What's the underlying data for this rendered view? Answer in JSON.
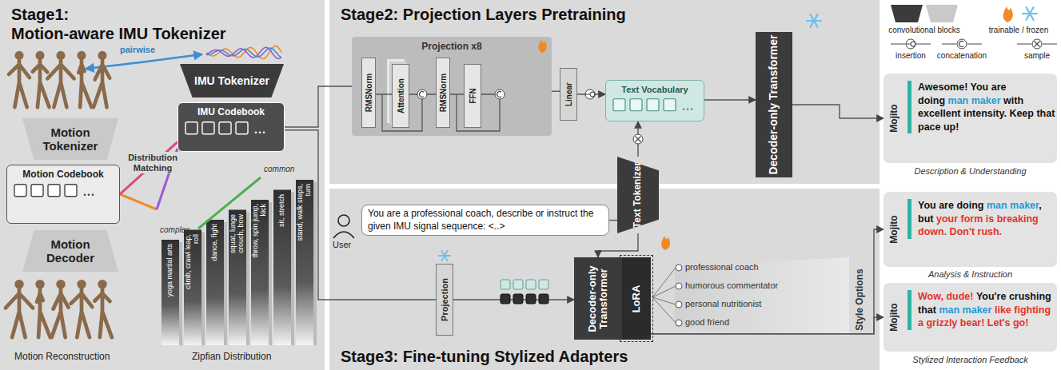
{
  "diagram": {
    "nodes": [
      {
        "text": [
          "Stage1:",
          "Motion-aware IMU Tokenizer"
        ]
      },
      {
        "text": [
          "IMU Tokenizer"
        ],
        "in": 0
      },
      {
        "text": [
          "IMU Codebook"
        ],
        "in": 0
      },
      {
        "text": [
          "Motion Tokenizer"
        ],
        "in": 0
      },
      {
        "text": [
          "Motion Codebook"
        ],
        "in": 0
      },
      {
        "text": [
          "Motion Decoder"
        ],
        "in": 0
      },
      {
        "text": [
          "Stage2: Projection Layers Pretraining"
        ]
      },
      {
        "text": [
          "Projection x8"
        ],
        "in": 6
      },
      {
        "text": [
          "RMSNorm"
        ],
        "in": 7
      },
      {
        "text": [
          "Attention"
        ],
        "in": 7
      },
      {
        "text": [
          "RMSNorm"
        ],
        "in": 7
      },
      {
        "text": [
          "FFN"
        ],
        "in": 7
      },
      {
        "text": [
          "Linear"
        ],
        "in": 6
      },
      {
        "text": [
          "Text Vocabulary"
        ],
        "in": 6
      },
      {
        "text": [
          "Decoder-only Transformer"
        ],
        "in": 6
      },
      {
        "text": [
          "Stage3: Fine-tuning Stylized Adapters"
        ]
      },
      {
        "text": [
          "You are a professional coach, describe or instruct the given IMU signal sequence: <..>"
        ],
        "in": 15
      },
      {
        "text": [
          "Text Tokenizer"
        ]
      },
      {
        "text": [
          "Projection"
        ],
        "in": 15
      },
      {
        "text": [
          "Decoder-only Transformer"
        ],
        "in": 15
      },
      {
        "text": [
          "LoRA"
        ],
        "in": 15
      },
      {
        "text": [
          "Mojito",
          "Awesome! You are doing",
          "man maker",
          "with excellent intensity. Keep that pace up!"
        ]
      },
      {
        "text": [
          "Mojito",
          "You are doing",
          "man maker",
          ", but",
          "your form is breaking down.",
          "Don't rush."
        ]
      },
      {
        "text": [
          "Mojito",
          "Wow, dude!",
          "You're crushing that",
          "man maker",
          "like fighting a grizzly bear! Let's go!"
        ]
      }
    ],
    "edges": [
      {
        "from": 4,
        "to": 2,
        "arrow": "none",
        "label": "Distribution Matching"
      },
      {
        "from": 2,
        "to": 7,
        "arrow": "none"
      },
      {
        "from": 2,
        "to": 18,
        "arrow": "none"
      },
      {
        "from": 7,
        "to": 12,
        "arrow": "none"
      },
      {
        "from": 12,
        "to": 13,
        "arrow": "to"
      },
      {
        "from": 13,
        "to": 14,
        "arrow": "to"
      },
      {
        "from": 16,
        "to": 17,
        "arrow": "none"
      },
      {
        "from": 17,
        "to": 13,
        "arrow": "to"
      },
      {
        "from": 17,
        "to": 19,
        "arrow": "to"
      },
      {
        "from": 18,
        "to": 19,
        "arrow": "to"
      },
      {
        "from": 14,
        "to": 21,
        "arrow": "to"
      },
      {
        "from": 20,
        "to": 22,
        "arrow": "to"
      },
      {
        "from": 20,
        "to": 23,
        "arrow": "to"
      }
    ],
    "labels": [
      "pairwise",
      "Motion Reconstruction",
      "complex",
      "common",
      "yoga martial arts",
      "climb, crawl leap, roll",
      "dance, fight",
      "squat, lunge crouch, bow",
      "throw, spin jump, kick",
      "sit, stretch",
      "stand, walk steps, turn",
      "Zipfian Distribution",
      "User",
      "professional coach",
      "humorous commentator",
      "personal nutritionist",
      "good friend",
      "Style Options",
      "Description & Understanding",
      "Analysis & Instruction",
      "Stylized Interaction Feedback"
    ],
    "legend": [
      {
        "text": "convolutional blocks"
      },
      {
        "text": "trainable / frozen"
      },
      {
        "text": "insertion"
      },
      {
        "text": "concatenation"
      },
      {
        "text": "sample"
      }
    ]
  }
}
